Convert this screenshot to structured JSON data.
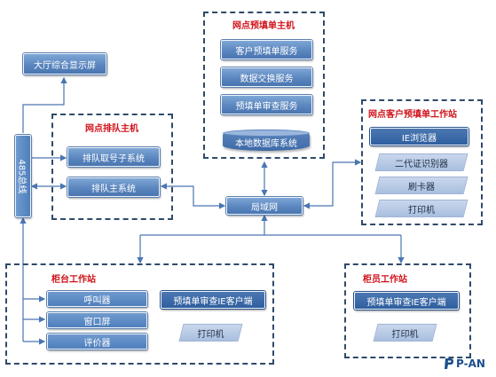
{
  "groups": {
    "host": {
      "title": "网点预填单主机",
      "services": [
        "客户预填单服务",
        "数据交换服务",
        "预填单审查服务"
      ],
      "database": "本地数据库系统"
    },
    "queue": {
      "title": "网点排队主机",
      "systems": [
        "排队取号子系统",
        "排队主系统"
      ]
    },
    "client_ws": {
      "title": "网点客户预填单工作站",
      "browser": "IE浏览器",
      "devices": [
        "二代证识别器",
        "刷卡器",
        "打印机"
      ]
    },
    "counter": {
      "title": "柜台工作站",
      "devices": [
        "呼叫器",
        "窗口屏",
        "评价器"
      ],
      "client": "预填单审查IE客户端",
      "printer": "打印机"
    },
    "teller": {
      "title": "柜员工作站",
      "client": "预填单审查IE客户端",
      "printer": "打印机"
    }
  },
  "hall_display": "大厅综合显示屏",
  "bus": "485总线",
  "lan": "局域网",
  "logo": "P-AN",
  "colors": {
    "title_red": "#d0121a",
    "box_blue": "#5b86bf",
    "dashed_border": "#2f4a6b",
    "arrow": "#4a76b1"
  }
}
